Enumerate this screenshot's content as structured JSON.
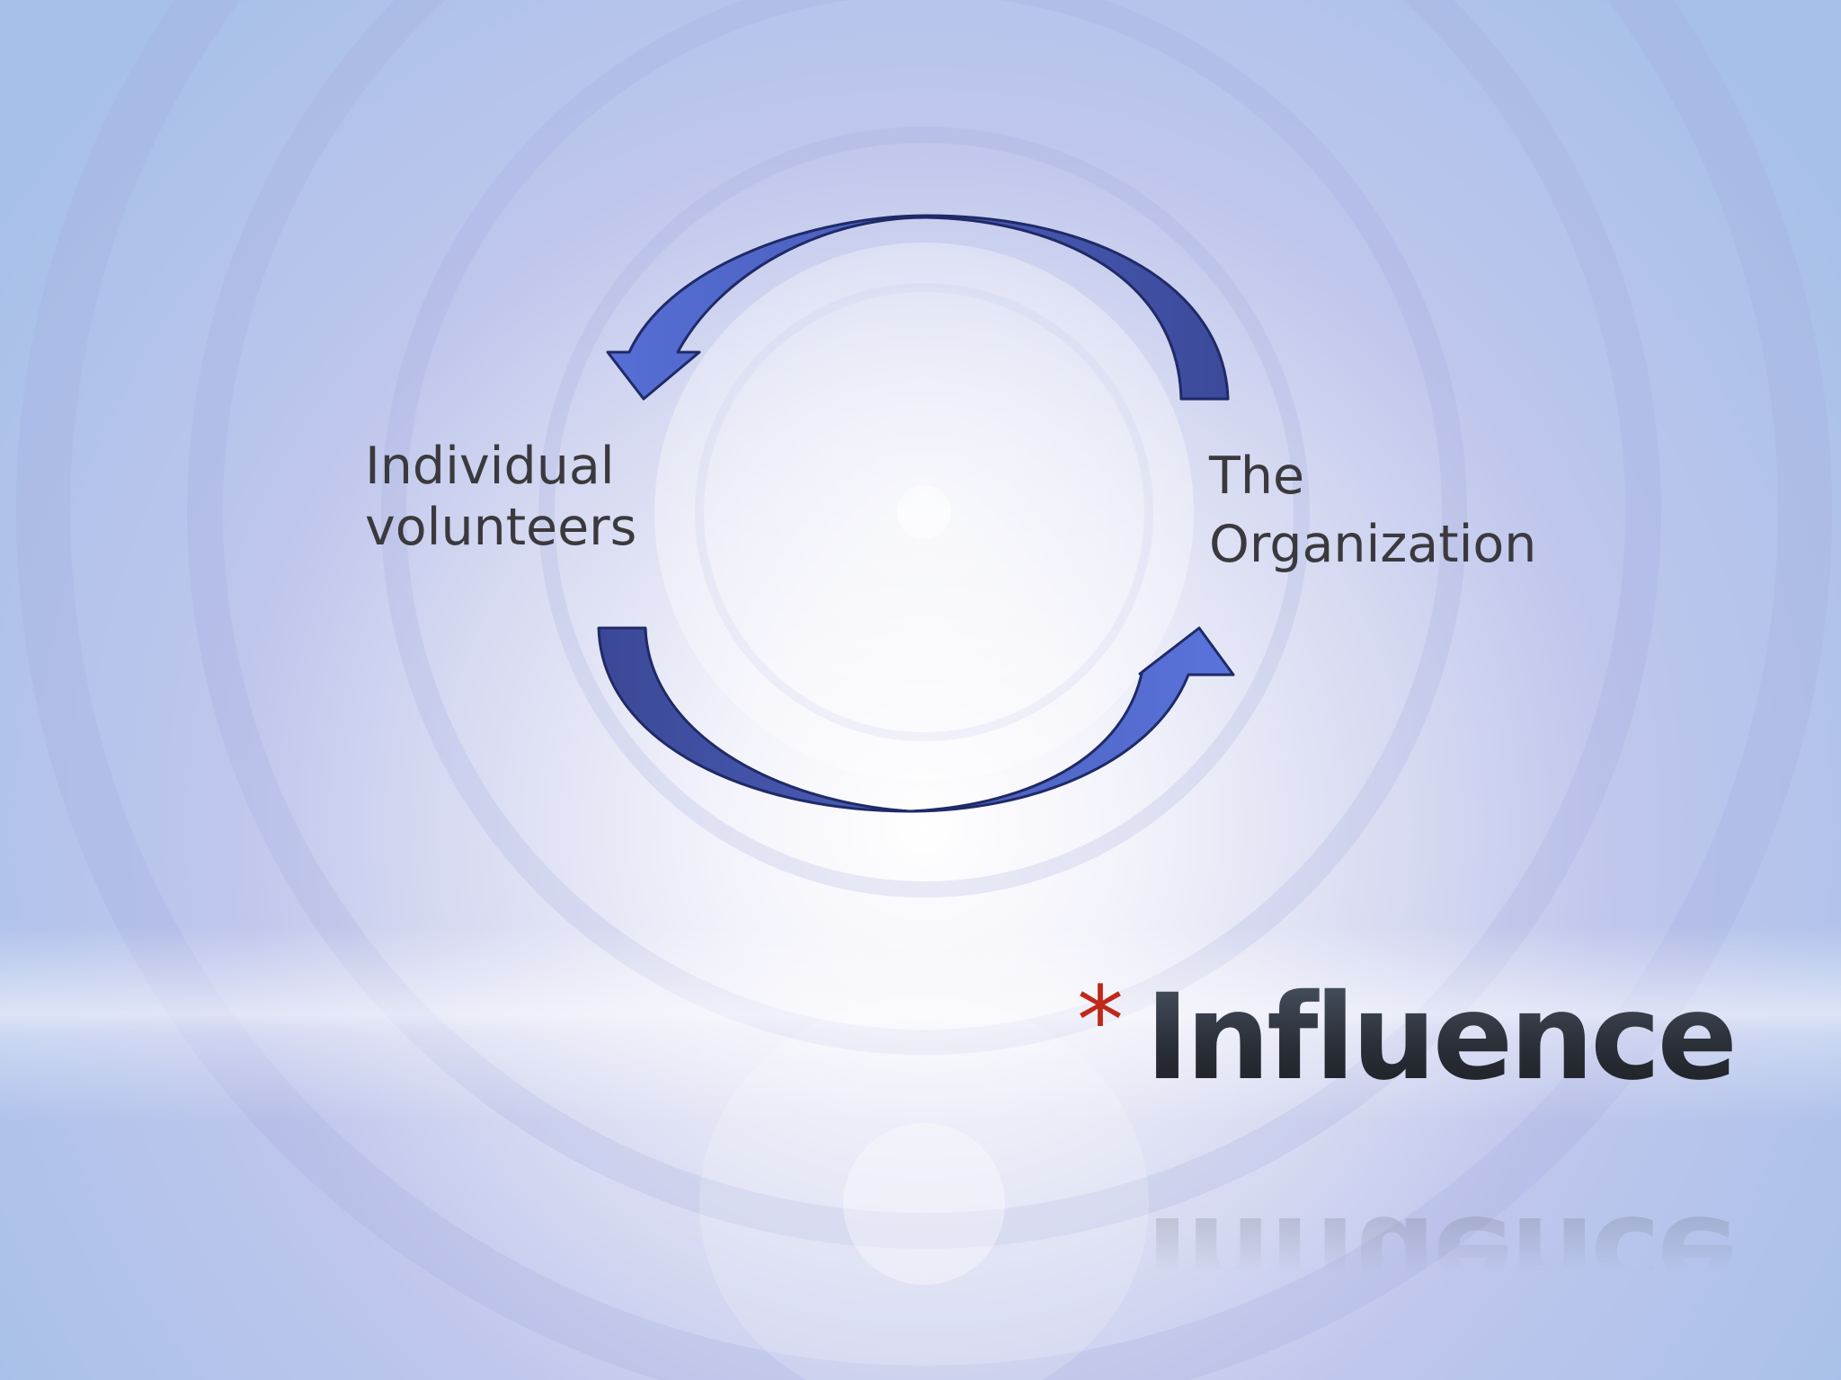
{
  "slide": {
    "title_bullet": "*",
    "title": "Influence"
  },
  "diagram": {
    "left_node": {
      "line1": "Individual",
      "line2": "volunteers"
    },
    "right_node": {
      "line1": "The",
      "line2": "Organization"
    },
    "arrows": [
      {
        "name": "organization-to-volunteers",
        "direction": "The Organization → Individual volunteers"
      },
      {
        "name": "volunteers-to-organization",
        "direction": "Individual volunteers → The Organization"
      }
    ]
  },
  "colors": {
    "arrow_fill_light": "#5068d0",
    "arrow_fill_dark": "#3e4d9e",
    "arrow_stroke": "#1f2a66",
    "bullet": "#c0281a",
    "text": "#3a3a3e",
    "background_center": "#ffffff",
    "background_edge": "#a9c3ec"
  }
}
